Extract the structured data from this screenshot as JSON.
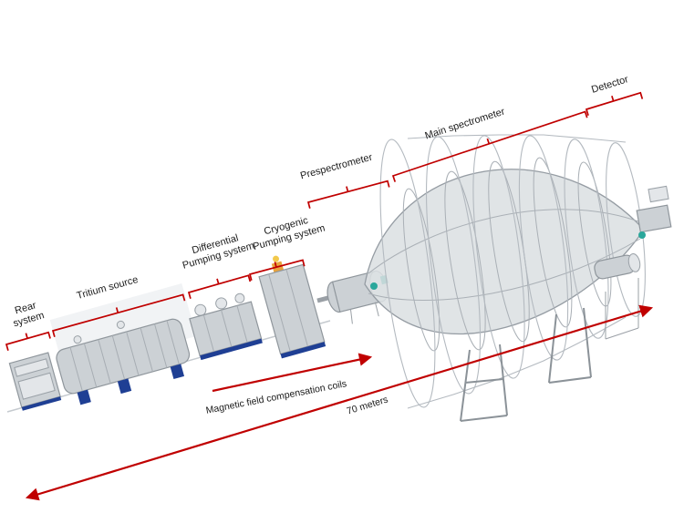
{
  "colors": {
    "annotation_red": "#c00000",
    "machinery_blue": "#1f3f94",
    "accent_teal": "#2aa79b",
    "background": "#ffffff"
  },
  "labels": {
    "rear_system": "Rear\nsystem",
    "tritium_source": "Tritium source",
    "differential_pumping": "Differential\nPumping system",
    "cryogenic_pumping": "Cryogenic\nPumping system",
    "prespectrometer": "Prespectrometer",
    "main_spectrometer": "Main spectrometer",
    "detector": "Detector",
    "compensation_coils": "Magnetic field compensation coils",
    "scale": "70 meters"
  }
}
